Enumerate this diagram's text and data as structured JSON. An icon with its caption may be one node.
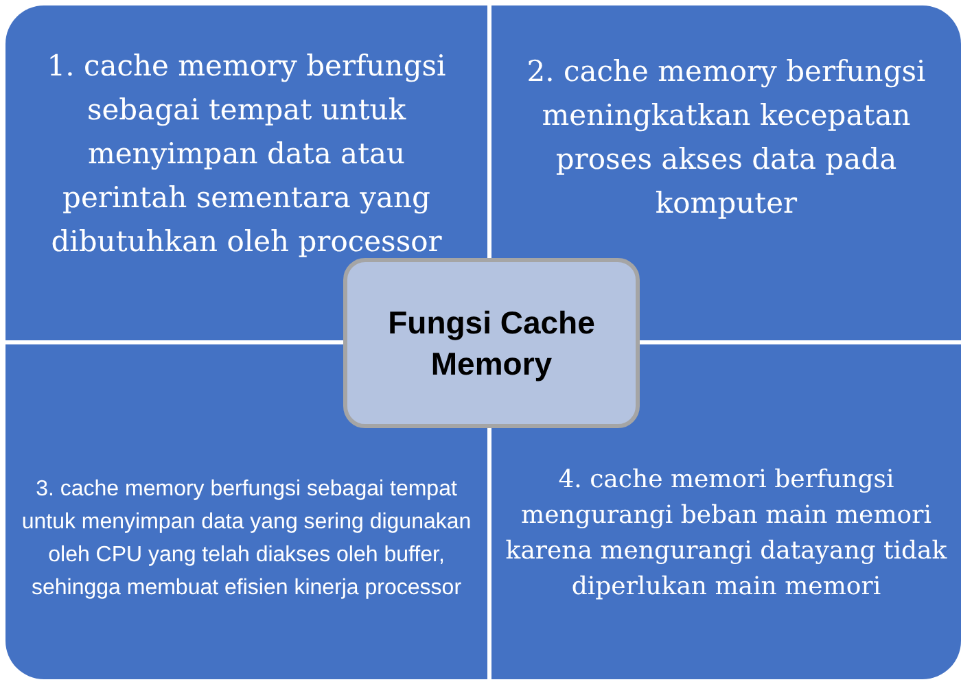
{
  "diagram": {
    "nodes": [
      {
        "text": [
          "1. cache memory berfungsi sebagai tempat untuk menyimpan data atau perintah sementara yang dibutuhkan oleh processor"
        ]
      },
      {
        "text": [
          "2. cache memory berfungsi meningkatkan kecepatan proses akses data pada komputer"
        ]
      },
      {
        "text": [
          "Fungsi Cache Memory"
        ]
      },
      {
        "text": [
          "3. cache memory berfungsi sebagai tempat untuk menyimpan data yang sering digunakan oleh CPU yang telah diakses oleh buffer, sehingga membuat efisien kinerja processor"
        ]
      },
      {
        "text": [
          "4. cache memori berfungsi mengurangi beban main memori karena mengurangi datayang tidak diperlukan main memori"
        ]
      }
    ]
  }
}
